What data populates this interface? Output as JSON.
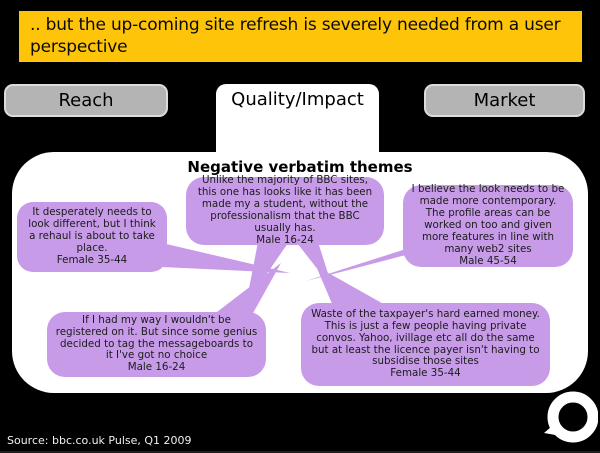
{
  "slide": {
    "title": ".. but the up-coming site refresh is severely needed from a user perspective",
    "source": "Source: bbc.co.uk Pulse, Q1 2009"
  },
  "tabs": [
    {
      "label": "Reach",
      "active": false
    },
    {
      "label": "Quality/Impact",
      "active": true
    },
    {
      "label": "Market",
      "active": false
    }
  ],
  "panel": {
    "heading": "Negative verbatim themes",
    "bubbles": [
      {
        "quote": "It desperately needs to look different, but I think a rehaul is about to take place.",
        "attribution": "Female 35-44"
      },
      {
        "quote": "Unlike the majority of BBC sites, this one has looks like it has been made my a student, without the professionalism that the BBC usually has.",
        "attribution": "Male 16-24"
      },
      {
        "quote": "I believe the look needs to be made more contemporary. The profile areas can be worked on too and given more features in line with many web2 sites",
        "attribution": "Male 45-54"
      },
      {
        "quote": "If I had my way I wouldn't be registered on it. But since some genius decided to tag the messageboards to it I've got no choice",
        "attribution": "Male 16-24"
      },
      {
        "quote": "Waste of the taxpayer's hard earned money. This is just a few people having private convos. Yahoo, ivillage etc all do the same but at least the licence payer isn't having to subsidise those sites",
        "attribution": "Female 35-44"
      }
    ]
  },
  "icons": {
    "logo": "speech-bubble-ring-icon"
  },
  "colors": {
    "background": "#000000",
    "banner_yellow": "#FDC40A",
    "tab_gray": "#B4B4B4",
    "panel_white": "#FFFFFF",
    "bubble_purple": "#C79BE8",
    "text_dark": "#1C1C1C",
    "source_text": "#F0F0F0"
  }
}
